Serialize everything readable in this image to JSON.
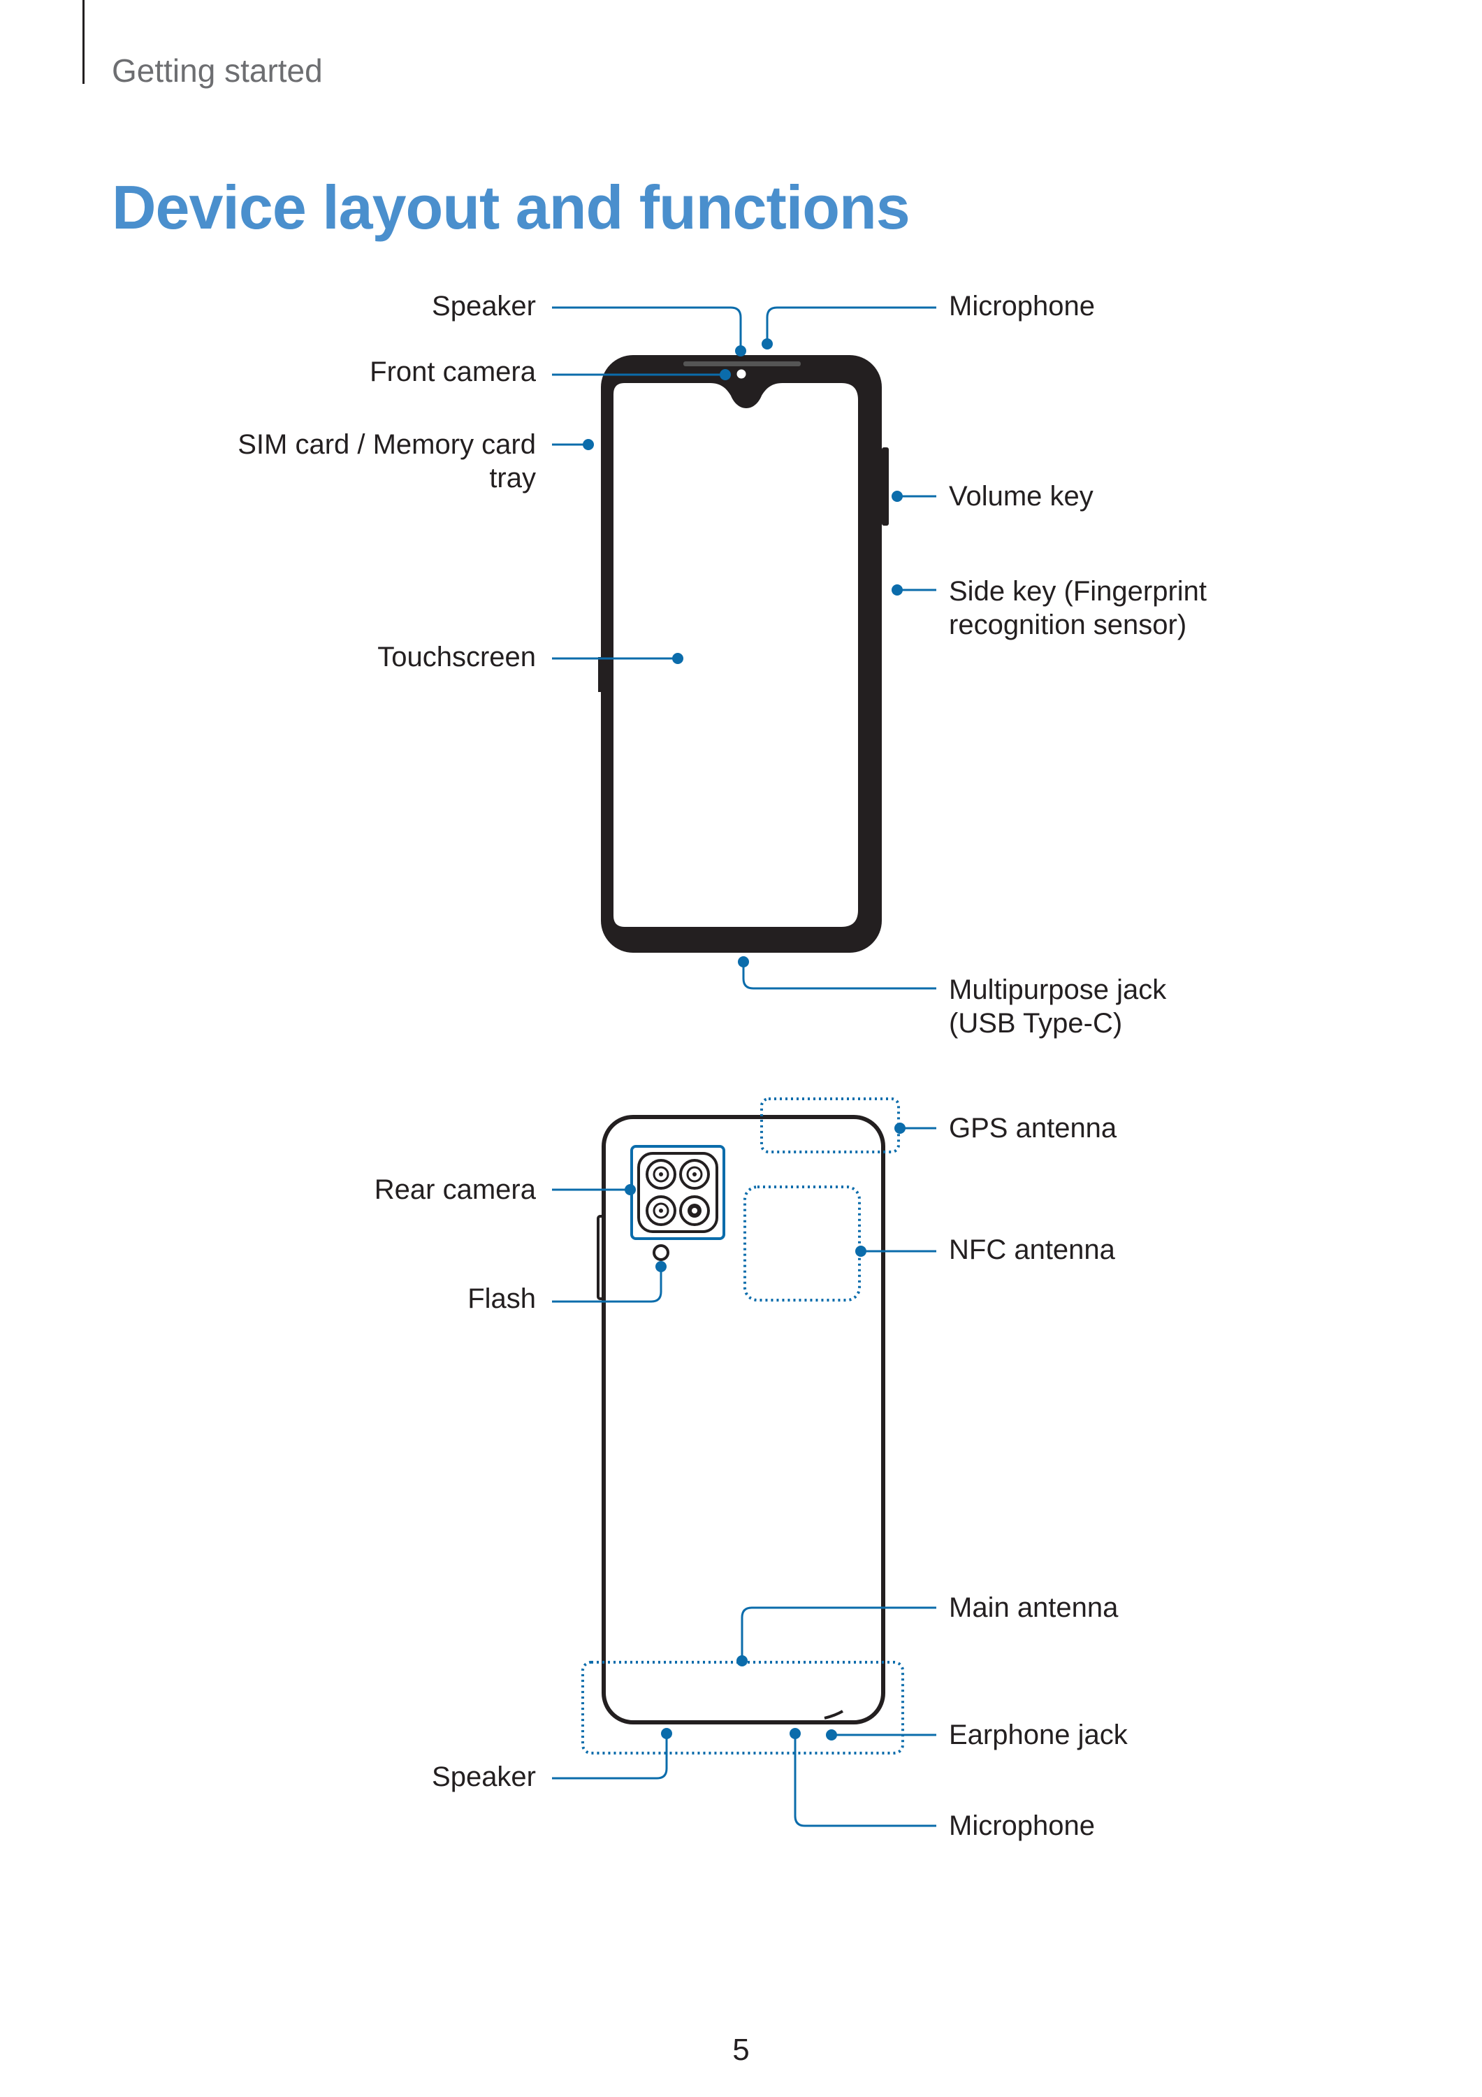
{
  "header": {
    "section": "Getting started"
  },
  "title": "Device layout and functions",
  "front_view": {
    "callouts": {
      "speaker": "Speaker",
      "front_camera": "Front camera",
      "sim_tray_line1": "SIM card / Memory card",
      "sim_tray_line2": "tray",
      "touchscreen": "Touchscreen",
      "microphone": "Microphone",
      "volume_key": "Volume key",
      "side_key_line1": "Side key (Fingerprint",
      "side_key_line2": "recognition sensor)",
      "multipurpose_jack_line1": "Multipurpose jack",
      "multipurpose_jack_line2": "(USB Type-C)"
    }
  },
  "back_view": {
    "callouts": {
      "rear_camera": "Rear camera",
      "flash": "Flash",
      "speaker": "Speaker",
      "gps_antenna": "GPS antenna",
      "nfc_antenna": "NFC antenna",
      "main_antenna": "Main antenna",
      "earphone_jack": "Earphone jack",
      "microphone": "Microphone"
    }
  },
  "footer": {
    "page_number": "5"
  },
  "colors": {
    "title": "#4a8fcd",
    "callout_line": "#0b6cab",
    "device_outline": "#231f20"
  }
}
